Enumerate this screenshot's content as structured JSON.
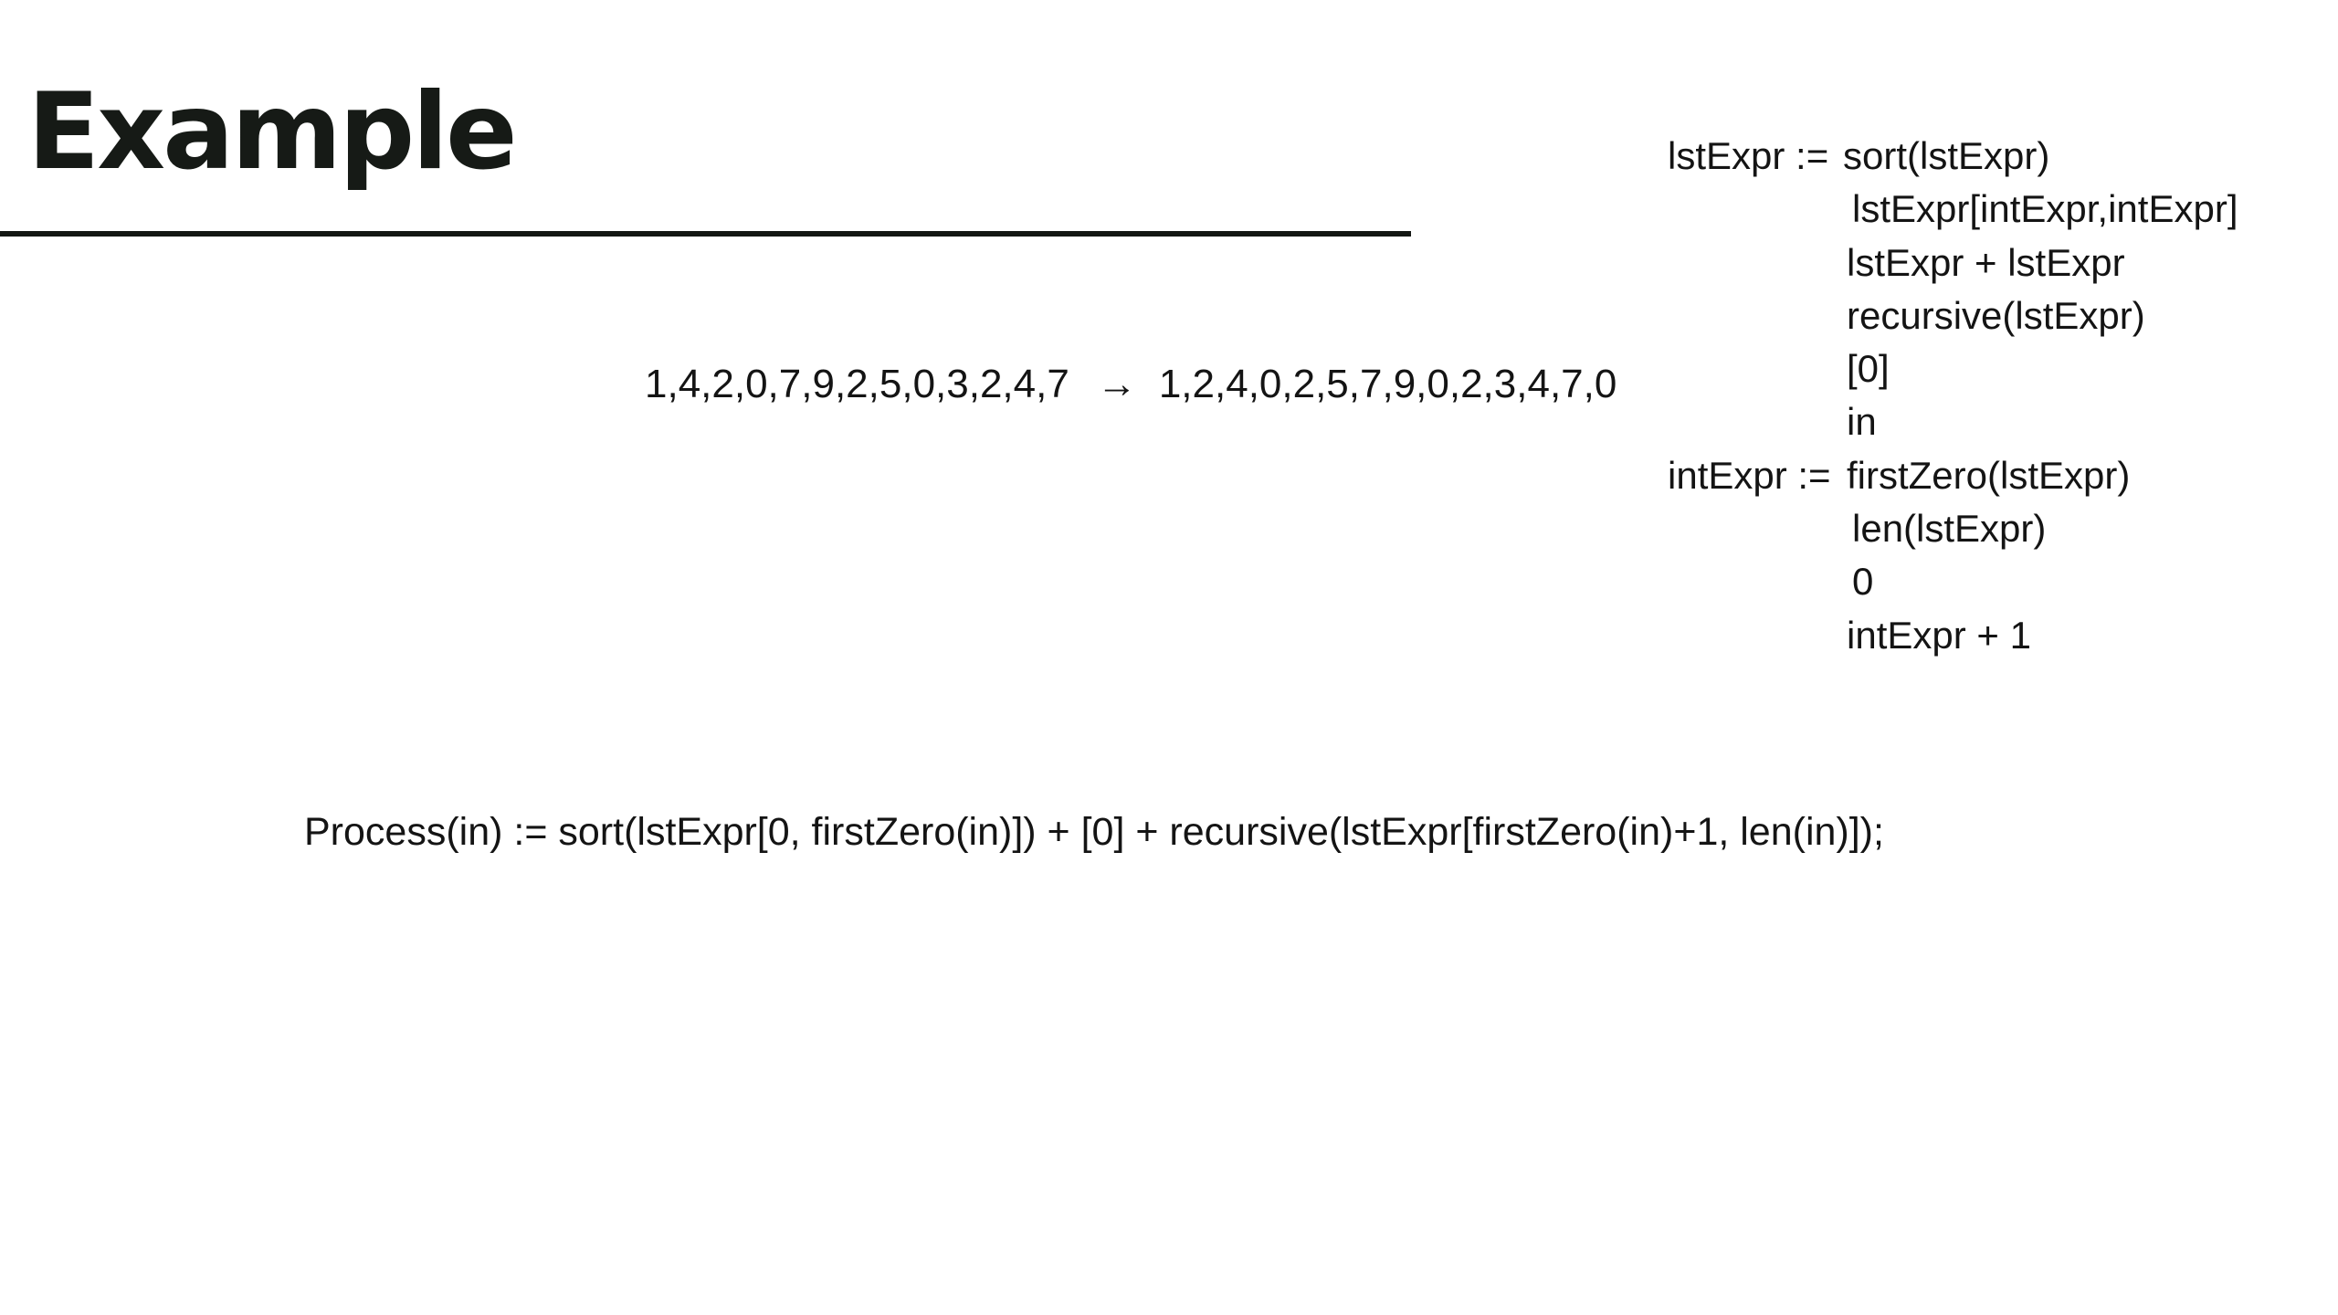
{
  "slide": {
    "title": "Example",
    "example": {
      "input": "1,4,2,0,7,9,2,5,0,3,2,4,7",
      "arrow": "→",
      "output": "1,2,4,0,2,5,7,9,0,2,3,4,7,0"
    },
    "grammar": {
      "lstExpr": {
        "lhs": "lstExpr :=",
        "alternatives": [
          "sort(lstExpr)",
          "lstExpr[intExpr,intExpr]",
          "lstExpr + lstExpr",
          "recursive(lstExpr)",
          "[0]",
          "in"
        ]
      },
      "intExpr": {
        "lhs": "intExpr :=",
        "alternatives": [
          "firstZero(lstExpr)",
          "len(lstExpr)",
          "0",
          "intExpr + 1"
        ]
      }
    },
    "program": "Process(in) := sort(lstExpr[0, firstZero(in)]) + [0] + recursive(lstExpr[firstZero(in)+1, len(in)]);"
  }
}
